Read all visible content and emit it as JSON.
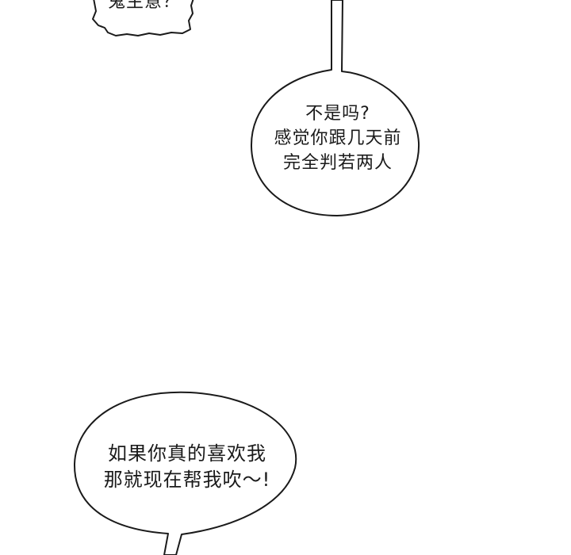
{
  "bubbles": [
    {
      "lines": [
        "鬼主意？"
      ]
    },
    {
      "lines": [
        "不是吗?",
        "感觉你跟几天前",
        "完全判若两人"
      ]
    },
    {
      "lines": [
        "如果你真的喜欢我",
        "那就现在帮我吹～!"
      ]
    }
  ],
  "colors": {
    "ink": "#1a1a1a",
    "paper": "#ffffff"
  }
}
